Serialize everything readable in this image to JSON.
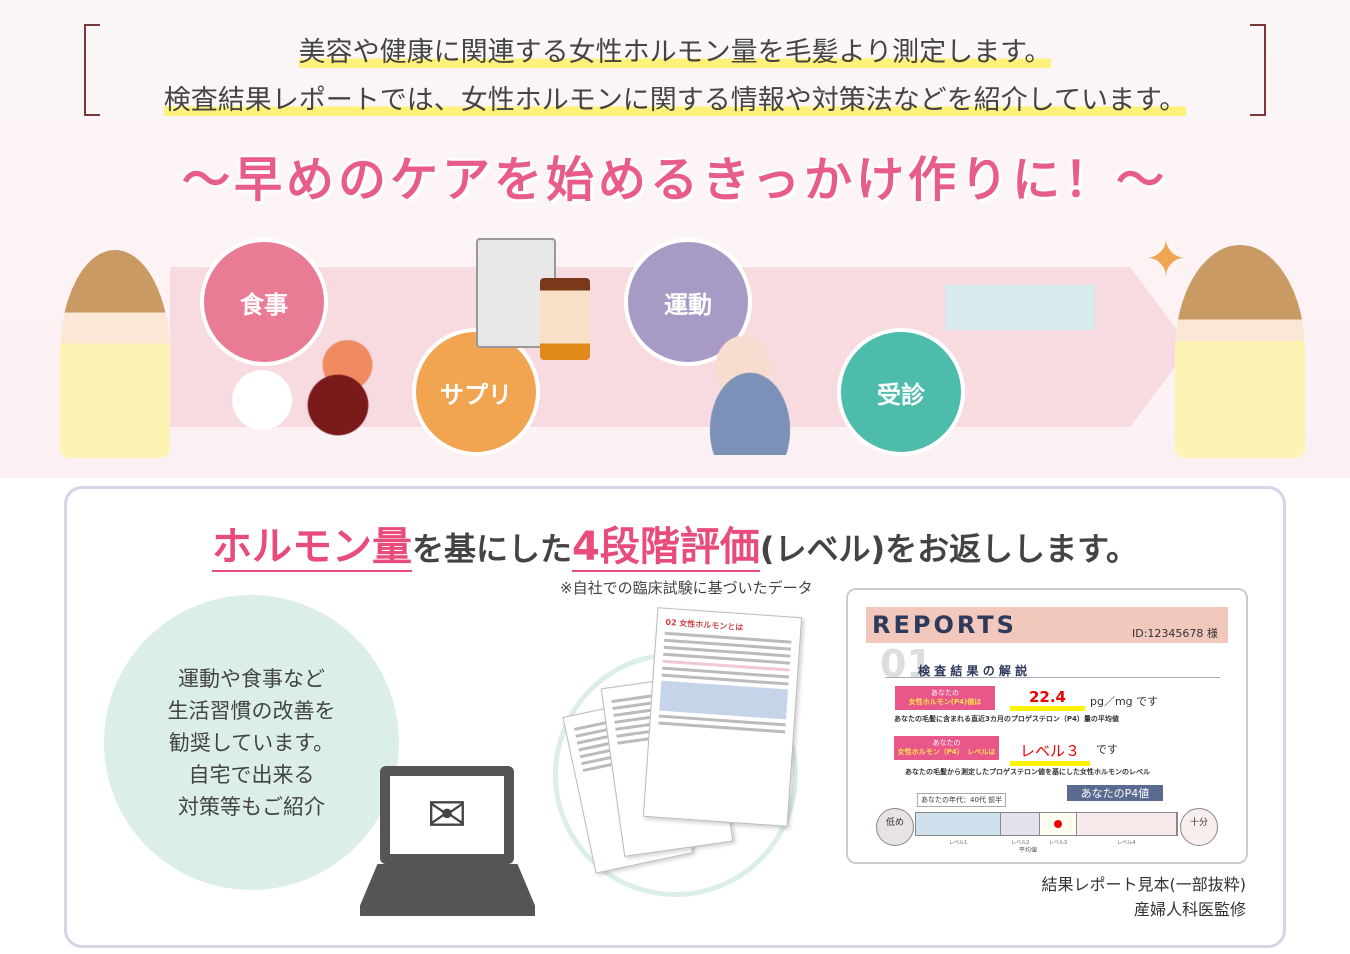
{
  "intro": {
    "line1": "美容や健康に関連する女性ホルモン量を毛髪より測定します。",
    "line2": "検査結果レポートでは、女性ホルモンに関する情報や対策法などを紹介しています。"
  },
  "catchphrase": "～早めのケアを始めるきっかけ作りに！～",
  "steps": [
    {
      "label": "食事",
      "color": "#ea7b95"
    },
    {
      "label": "サプリ",
      "color": "#f2a550"
    },
    {
      "label": "運動",
      "color": "#a79bc6"
    },
    {
      "label": "受診",
      "color": "#4dbcaa"
    }
  ],
  "section": {
    "pk1": "ホルモン量",
    "t1": "を基にした",
    "pk2": "4段階評価",
    "t2": "(レベル)をお返しします。",
    "note": "※自社での臨床試験に基づいたデータ"
  },
  "circle_text": [
    "運動や食事など",
    "生活習慣の改善を",
    "勧奨しています。",
    "自宅で出来る",
    "対策等もご紹介"
  ],
  "docs": {
    "title": "女性ホルモンとは",
    "num": "02"
  },
  "report": {
    "title": "REPORTS",
    "id": "ID:12345678 様",
    "num": "01",
    "section": "検 査 結 果 の 解 説",
    "tag1a": "あなたの",
    "tag1b": "女性ホルモン(P4)値は",
    "value": "22.4",
    "unit": "pg／mg です",
    "desc1": "あなたの毛髪に含まれる直近3カ月のプロゲステロン（P4）量の平均値",
    "tag2a": "あなたの",
    "tag2b": "女性ホルモン（P4）　レベルは",
    "level": "レベル３",
    "desu": "です",
    "desc2": "あなたの毛髪から測定したプロゲステロン値を基にした女性ホルモンのレベル",
    "age": "あなたの年代：40代 前半",
    "p4label": "あなたのP4値",
    "low": "低め",
    "high": "十分",
    "levels": [
      "レベル1",
      "レベル2",
      "レベル3",
      "レベル4"
    ],
    "avg": "平均値",
    "current_level": 3
  },
  "caption": [
    "結果レポート見本(一部抜粋)",
    "産婦人科医監修"
  ]
}
